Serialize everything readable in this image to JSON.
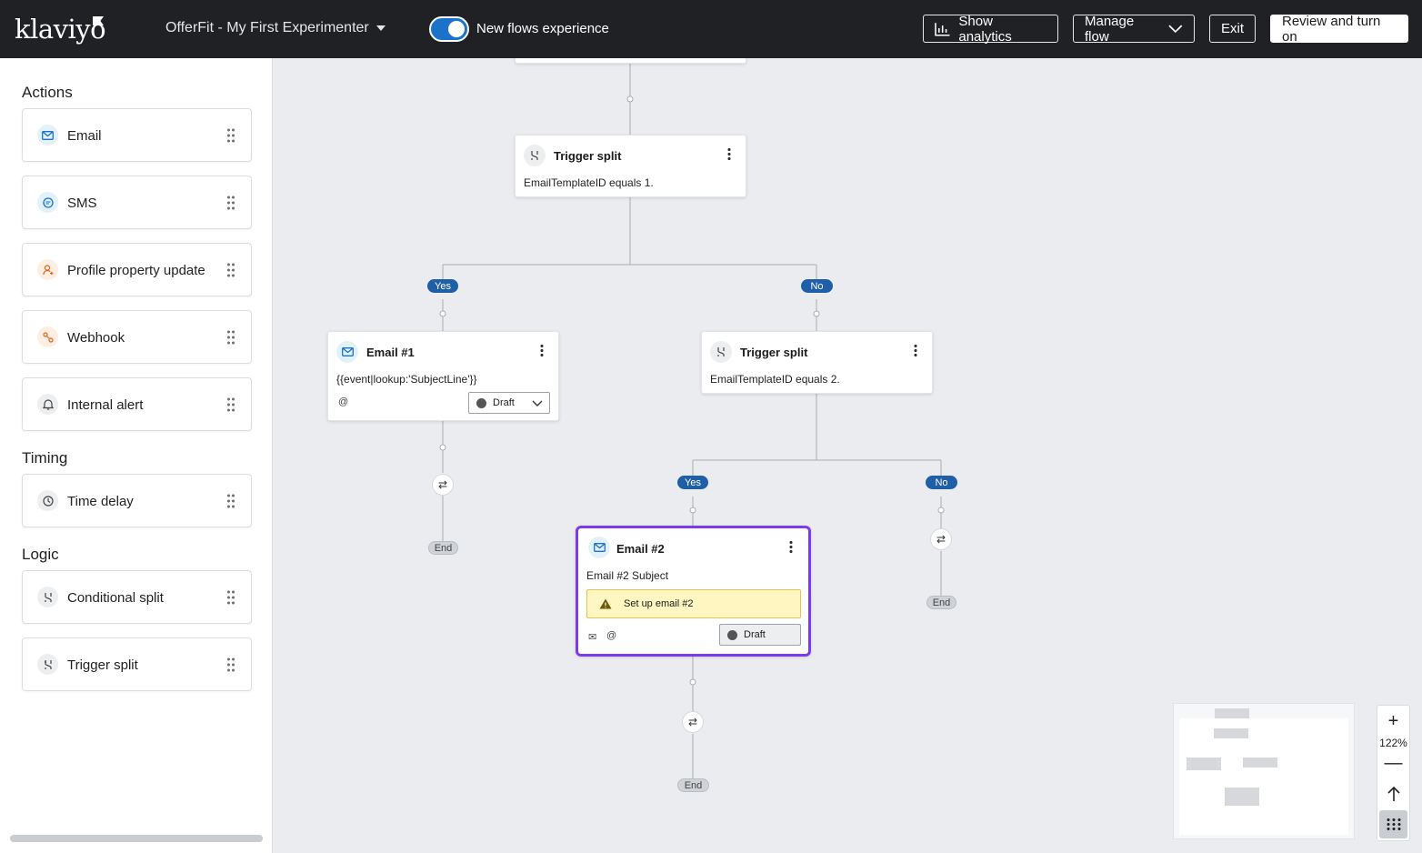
{
  "header": {
    "logo": "klaviyo",
    "flow_name": "OfferFit - My First Experimenter",
    "toggle_label": "New flows experience",
    "show_analytics": "Show analytics",
    "manage_flow": "Manage flow",
    "exit": "Exit",
    "review": "Review and turn on"
  },
  "sidebar": {
    "actions_title": "Actions",
    "timing_title": "Timing",
    "logic_title": "Logic",
    "actions": [
      {
        "label": "Email",
        "icon": "mail-icon"
      },
      {
        "label": "SMS",
        "icon": "chat-icon"
      },
      {
        "label": "Profile property update",
        "icon": "person-icon"
      },
      {
        "label": "Webhook",
        "icon": "webhook-icon"
      },
      {
        "label": "Internal alert",
        "icon": "bell-icon"
      }
    ],
    "timing": [
      {
        "label": "Time delay",
        "icon": "clock-icon"
      }
    ],
    "logic": [
      {
        "label": "Conditional split",
        "icon": "split-icon"
      },
      {
        "label": "Trigger split",
        "icon": "trigger-split-icon"
      }
    ]
  },
  "canvas": {
    "trigger_split_1": {
      "title": "Trigger split",
      "sub": "EmailTemplateID equals 1."
    },
    "trigger_split_2": {
      "title": "Trigger split",
      "sub": "EmailTemplateID equals 2."
    },
    "email_1": {
      "title": "Email #1",
      "sub": "{{event|lookup:'SubjectLine'}}",
      "status": "Draft"
    },
    "email_2": {
      "title": "Email #2",
      "sub": "Email #2 Subject",
      "warning": "Set up email #2",
      "status": "Draft"
    },
    "yes": "Yes",
    "no": "No",
    "end": "End",
    "zoom_level": "122%"
  },
  "colors": {
    "accent": "#1f5fa8",
    "selected": "#7c3aed",
    "warning_bg": "#fff6c2",
    "topbar": "#1f2124"
  }
}
